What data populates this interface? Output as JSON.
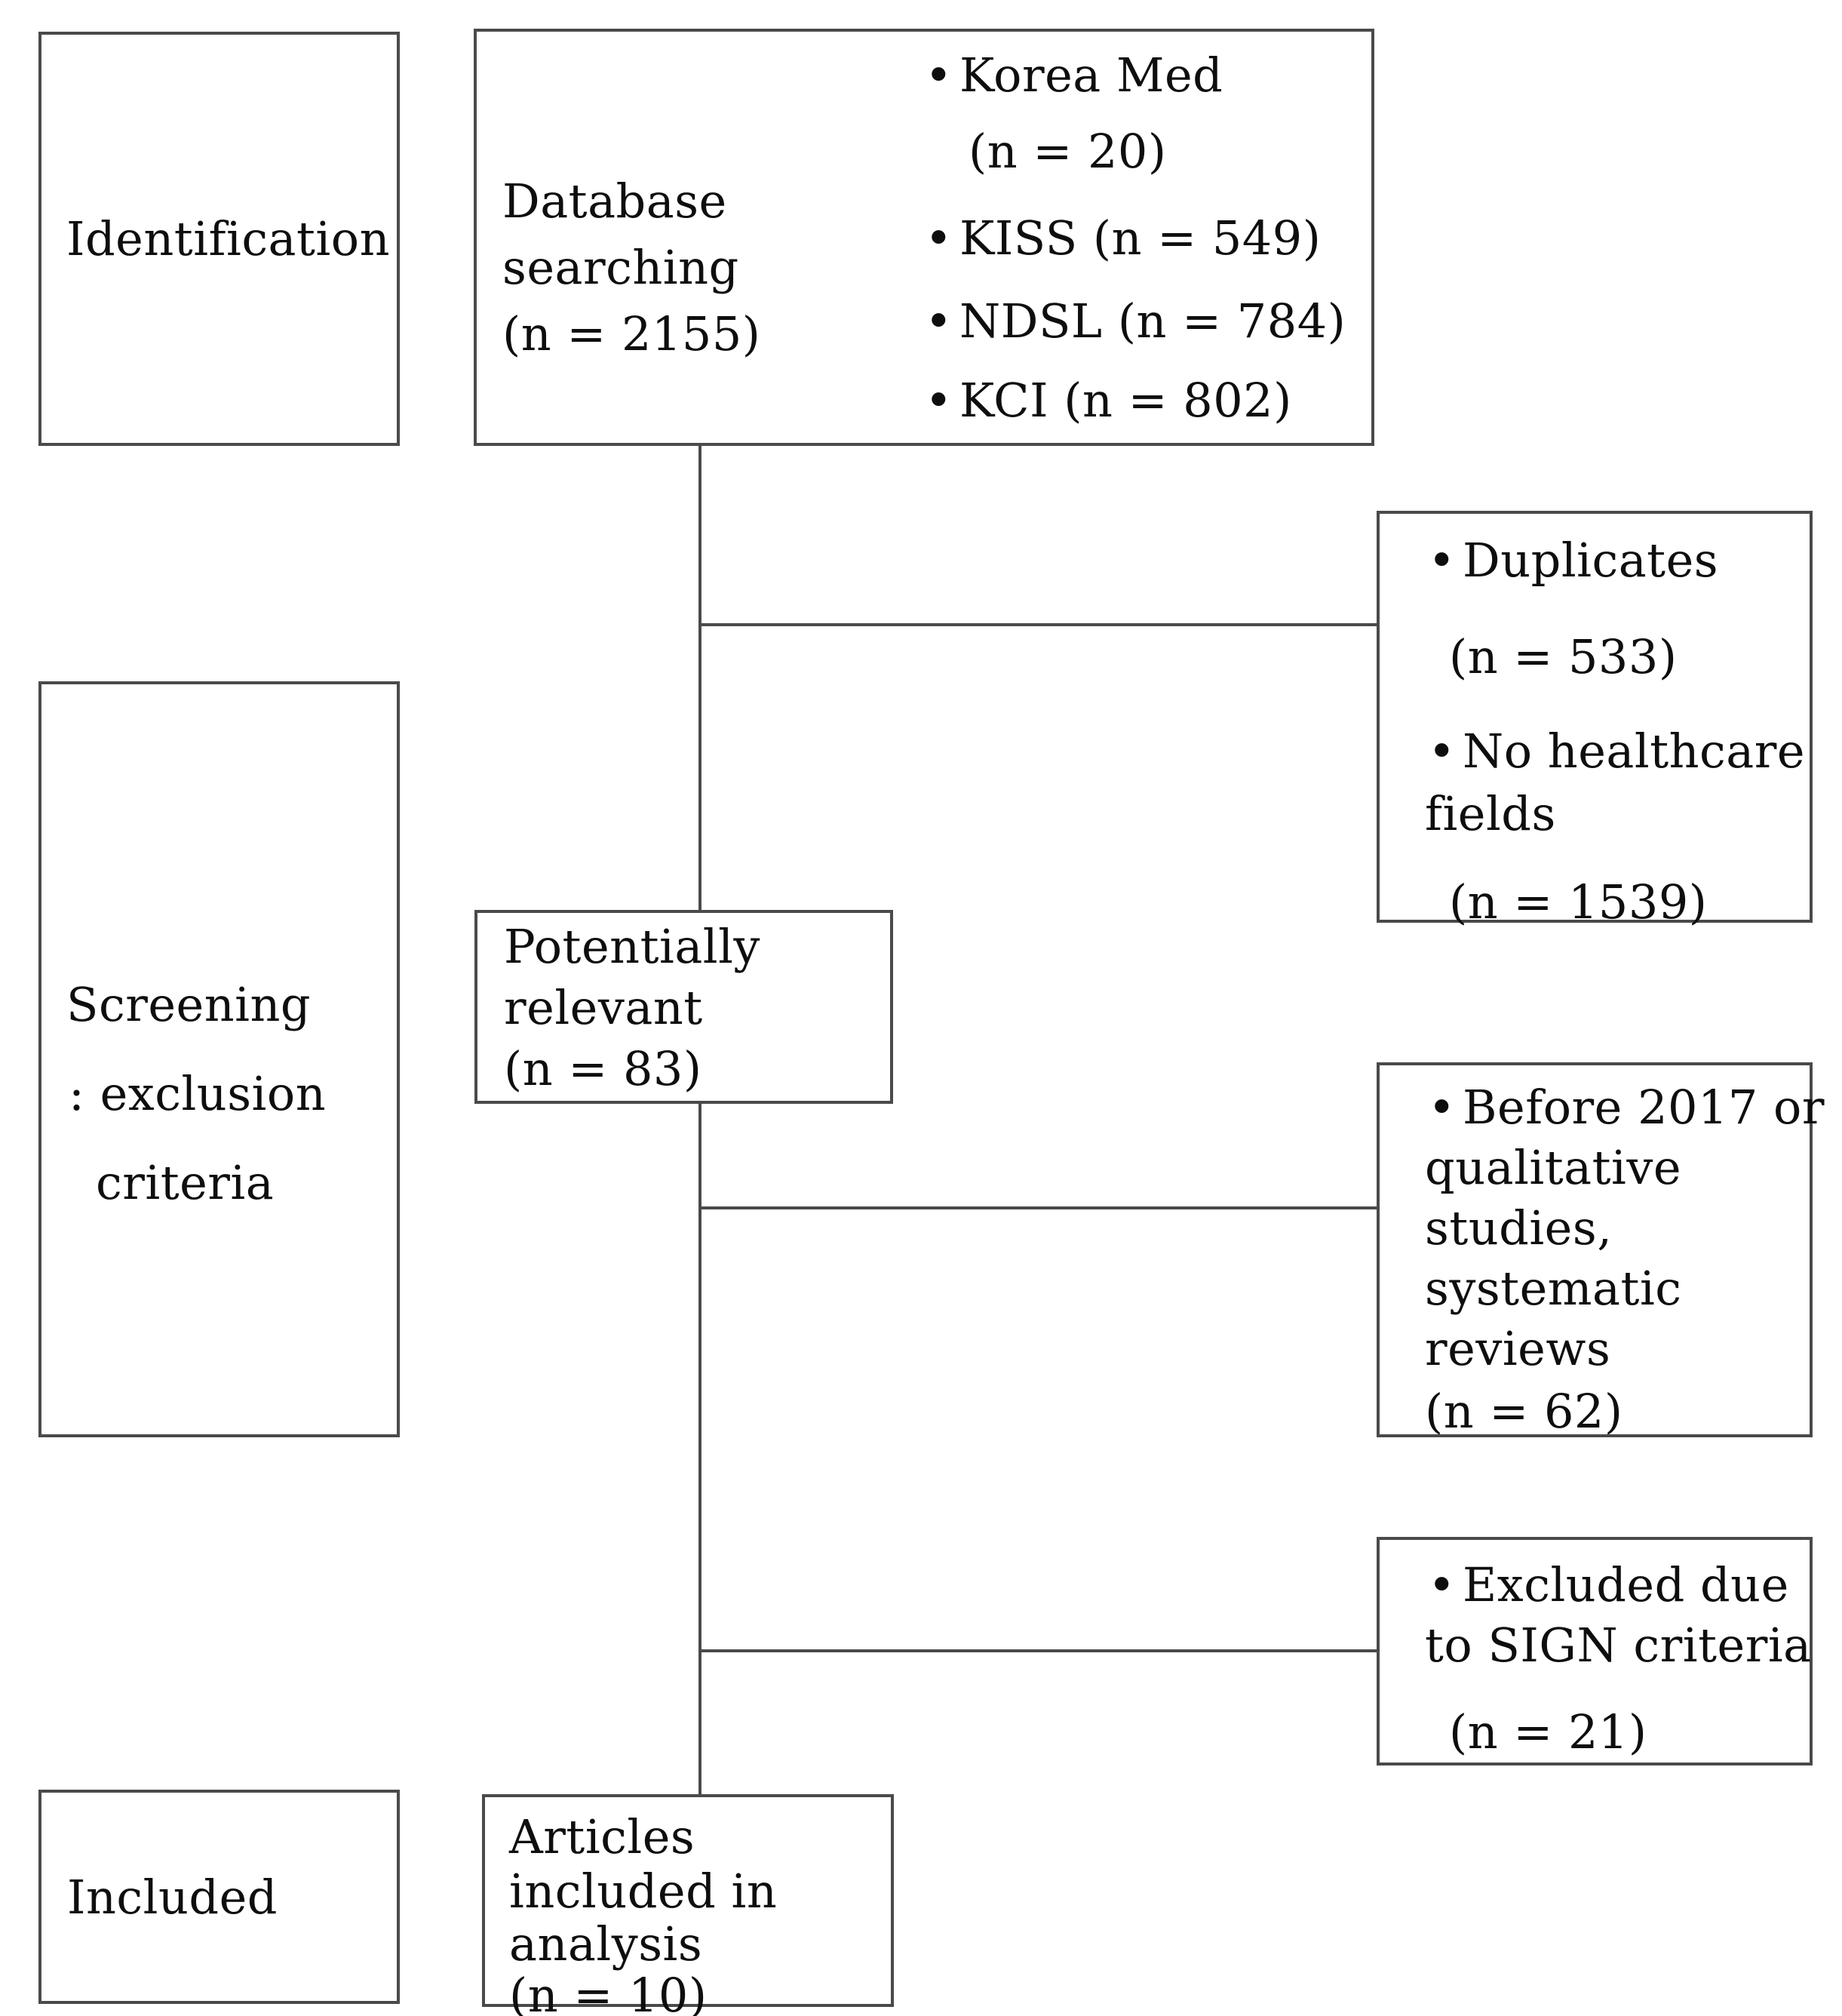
{
  "diagram_type": "prisma-flow",
  "colors": {
    "line": "#4a4a4a",
    "text": "#0e0e0e",
    "background": "#ffffff"
  },
  "bullet_marker": "•",
  "stages": {
    "identification": {
      "label": "Identification"
    },
    "screening": {
      "lines": [
        "Screening",
        ": exclusion",
        "criteria"
      ]
    },
    "included": {
      "label": "Included"
    }
  },
  "boxes": {
    "database": {
      "title_lines": [
        "Database",
        "searching",
        "(n = 2155)"
      ],
      "items": [
        {
          "text": "Korea Med"
        },
        {
          "text": "(n = 20)"
        },
        {
          "text": "KISS (n = 549)"
        },
        {
          "text": "NDSL (n = 784)"
        },
        {
          "text": "KCI (n = 802)"
        }
      ]
    },
    "duplicates": {
      "lines": [
        "Duplicates",
        "(n = 533)",
        "No healthcare",
        "fields",
        "(n = 1539)"
      ]
    },
    "potentially_relevant": {
      "lines": [
        "Potentially",
        "relevant",
        "(n = 83)"
      ]
    },
    "before_2017": {
      "lines": [
        "Before 2017 or",
        "qualitative",
        "studies,",
        "systematic",
        "reviews",
        "(n = 62)"
      ]
    },
    "excluded_sign": {
      "lines": [
        "Excluded due",
        "to SIGN criteria",
        "(n = 21)"
      ]
    },
    "articles": {
      "lines": [
        "Articles",
        "included in",
        "analysis",
        "(n = 10)"
      ]
    }
  }
}
